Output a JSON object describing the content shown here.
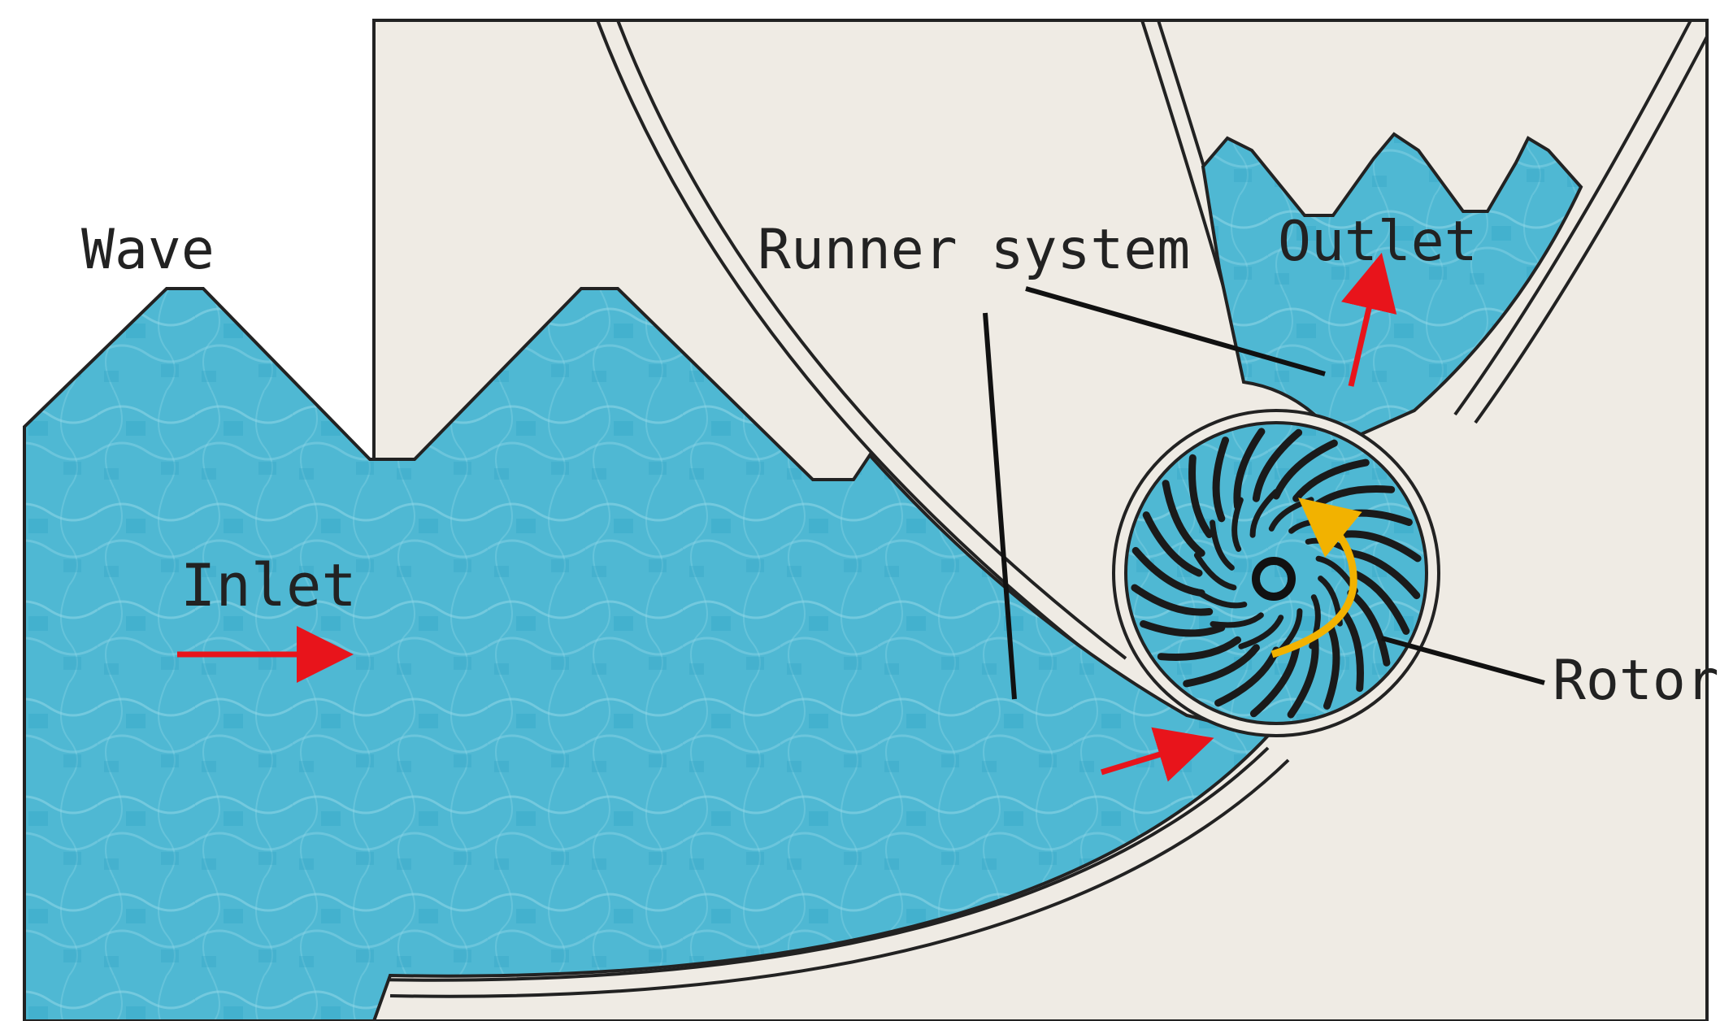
{
  "labels": {
    "wave": "Wave",
    "inlet": "Inlet",
    "runner_system": "Runner system",
    "outlet": "Outlet",
    "rotor": "Rotor"
  },
  "colors": {
    "water": "#4fb8d3",
    "water_light": "#7fd0e2",
    "water_dark": "#2ea3c4",
    "background": "#efebe4",
    "outline": "#222222",
    "flow_arrow": "#e8141b",
    "rotation_arrow": "#f2b200",
    "blade": "#1a1a1a"
  },
  "rotor": {
    "blade_count": 24
  }
}
